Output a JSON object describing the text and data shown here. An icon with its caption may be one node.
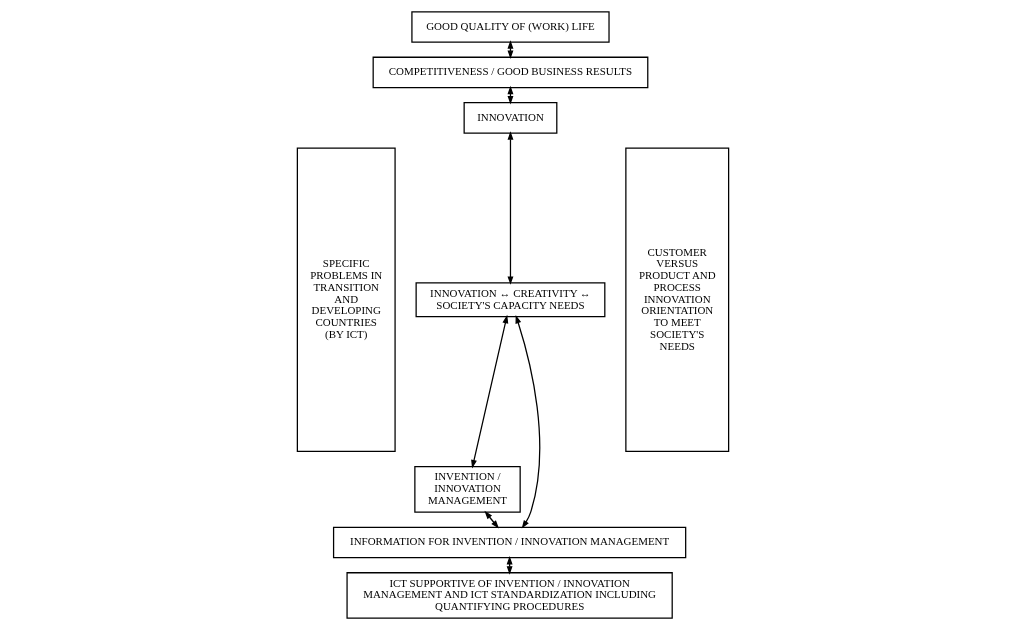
{
  "diagram": {
    "nodes": [
      {
        "text": [
          "SPECIFIC PROBLEMS IN TRANSITION AND DEVELOPING COUNTRIES (BY ICT)"
        ]
      },
      {
        "text": [
          "GOOD QUALITY OF (WORK) LIFE"
        ]
      },
      {
        "text": [
          "COMPETITIVENESS / GOOD BUSINESS RESULTS"
        ]
      },
      {
        "text": [
          "INNOVATION"
        ]
      },
      {
        "text": [
          "INNOVATION ↔ CREATIVITY ↔ SOCIETY'S CAPACITY NEEDS"
        ]
      },
      {
        "text": [
          "INVENTION / INNOVATION MANAGEMENT"
        ]
      },
      {
        "text": [
          "INFORMATION FOR INVENTION / INNOVATION MANAGEMENT"
        ]
      },
      {
        "text": [
          "ICT SUPPORTIVE OF INVENTION / INNOVATION MANAGEMENT AND ICT STANDARDIZATION INCLUDING QUANTIFYING PROCEDURES"
        ]
      },
      {
        "text": [
          "CUSTOMER VERSUS PRODUCT AND PROCESS INNOVATION ORIENTATION TO MEET SOCIETY'S NEEDS"
        ]
      }
    ],
    "edges": [
      {
        "from": 1,
        "to": 2,
        "arrow": "both"
      },
      {
        "from": 2,
        "to": 3,
        "arrow": "both"
      },
      {
        "from": 3,
        "to": 4,
        "arrow": "both"
      },
      {
        "from": 4,
        "to": 5,
        "arrow": "both"
      },
      {
        "from": 4,
        "to": 6,
        "arrow": "both"
      },
      {
        "from": 5,
        "to": 6,
        "arrow": "both"
      },
      {
        "from": 6,
        "to": 7,
        "arrow": "both"
      }
    ]
  }
}
